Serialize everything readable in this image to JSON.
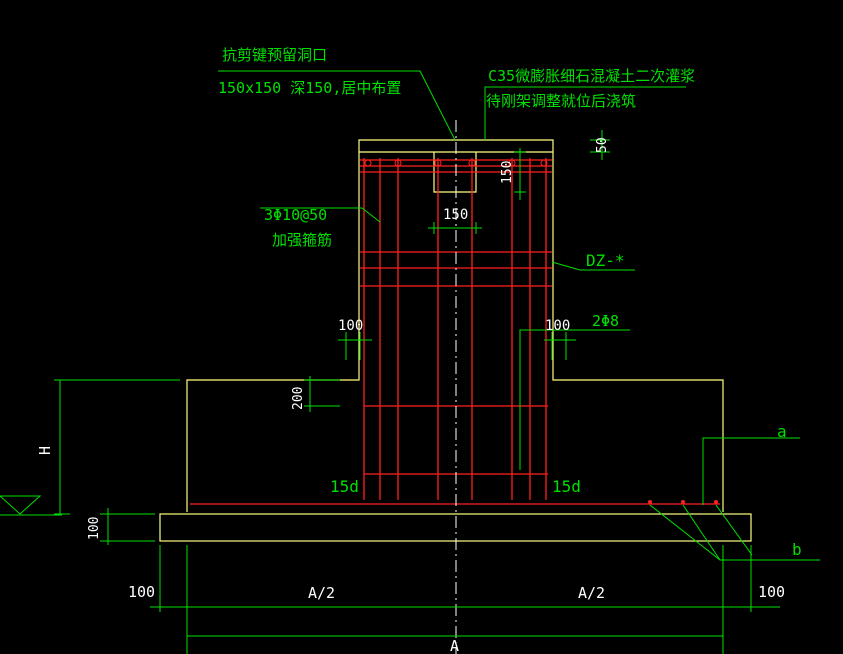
{
  "colors": {
    "background": "#000000",
    "outline": "#ffff80",
    "rebar": "#ff2020",
    "annotation": "#00e000",
    "dimension": "#ffffff"
  },
  "labels": {
    "shear_key_line1": "抗剪键预留洞口",
    "shear_key_line2": "150x150  深150,居中布置",
    "grout_line1": "C35微膨胀细石混凝土二次灌浆",
    "grout_line2": "待刚架调整就位后浇筑",
    "stirrup_line1": "3Φ10@50",
    "stirrup_line2": "加强箍筋",
    "column_id": "DZ-*",
    "bar_2phi8": "2Φ8",
    "label_a": "a",
    "label_b": "b",
    "anchor_left": "15d",
    "anchor_right": "15d"
  },
  "dimensions": {
    "top_50": "50",
    "top_150_vertical": "150",
    "hole_150": "150",
    "cover_left_100": "100",
    "cover_right_100": "100",
    "height_200": "200",
    "H": "H",
    "base_100": "100",
    "left_100": "100",
    "half_A_left": "A/2",
    "half_A_right": "A/2",
    "right_100": "100",
    "A": "A"
  }
}
